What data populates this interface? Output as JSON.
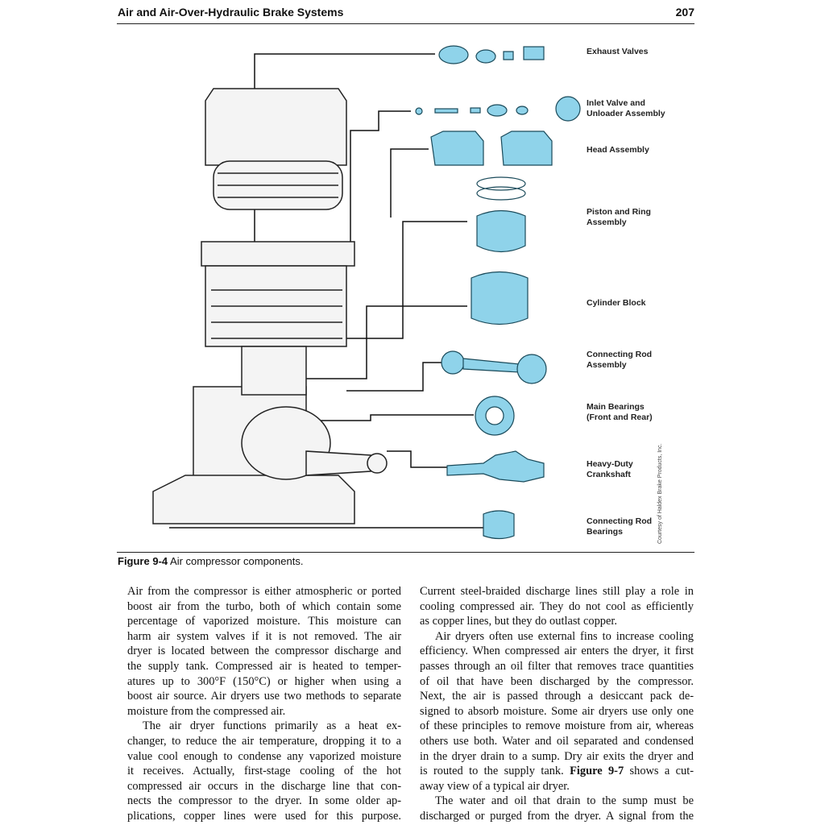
{
  "header": {
    "title": "Air and Air-Over-Hydraulic Brake Systems",
    "page": "207"
  },
  "figure": {
    "labels": [
      [
        "Exhaust Valves"
      ],
      [
        "Inlet Valve and",
        "Unloader Assembly"
      ],
      [
        "Head Assembly"
      ],
      [
        "Piston and Ring",
        "Assembly"
      ],
      [
        "Cylinder Block"
      ],
      [
        "Connecting Rod",
        "Assembly"
      ],
      [
        "Main Bearings",
        "(Front and Rear)"
      ],
      [
        "Heavy-Duty",
        "Crankshaft"
      ],
      [
        "Connecting Rod",
        "Bearings"
      ]
    ],
    "credit": "Courtesy of Haldex Brake Products, Inc.",
    "part_color": "#8fd3ea",
    "caption_label": "Figure 9-4",
    "caption_text": " Air compressor components."
  },
  "columns": [
    [
      {
        "indent": false,
        "lines": [
          "Air from the compressor is either atmospheric or ported",
          "boost air from the turbo, both of which contain some",
          "percentage of vaporized moisture. This moisture can",
          "harm air system valves if it is not removed. The air",
          "dryer is located between the compressor discharge and",
          "the supply tank. Compressed air is heated to temper-",
          "atures up to 300°F (150°C) or higher when using a",
          "boost air source. Air dryers use two methods to separate",
          "moisture from the compressed air."
        ]
      },
      {
        "indent": true,
        "lines": [
          "The air dryer functions primarily as a heat ex-",
          "changer, to reduce the air temperature, dropping it to a",
          "value cool enough to condense any vaporized moisture",
          "it receives. Actually, first-stage cooling of the hot",
          "compressed air occurs in the discharge line that con-",
          "nects the compressor to the dryer. In some older ap-",
          "plications, copper lines were used for this purpose."
        ],
        "continues": true
      }
    ],
    [
      {
        "indent": false,
        "lines": [
          "Current steel-braided discharge lines still play a role in",
          "cooling compressed air. They do not cool as efficiently",
          "as copper lines, but they do outlast copper."
        ]
      },
      {
        "indent": true,
        "lines": [
          "Air dryers often use external fins to increase cooling",
          "efficiency. When compressed air enters the dryer, it first",
          "passes through an oil filter that removes trace quantities",
          "of oil that have been discharged by the compressor.",
          "Next, the air is passed through a desiccant pack de-",
          "signed to absorb moisture. Some air dryers use only one",
          "of these principles to remove moisture from air, whereas",
          "others use both. Water and oil separated and condensed",
          "in the dryer drain to a sump. Dry air exits the dryer and",
          "is routed to the supply tank. Figure 9-7 shows a cut-",
          "away view of a typical air dryer."
        ]
      },
      {
        "indent": true,
        "lines": [
          "The water and oil that drain to the sump must be",
          "discharged or purged from the dryer. A signal from the"
        ],
        "continues": true
      }
    ]
  ]
}
